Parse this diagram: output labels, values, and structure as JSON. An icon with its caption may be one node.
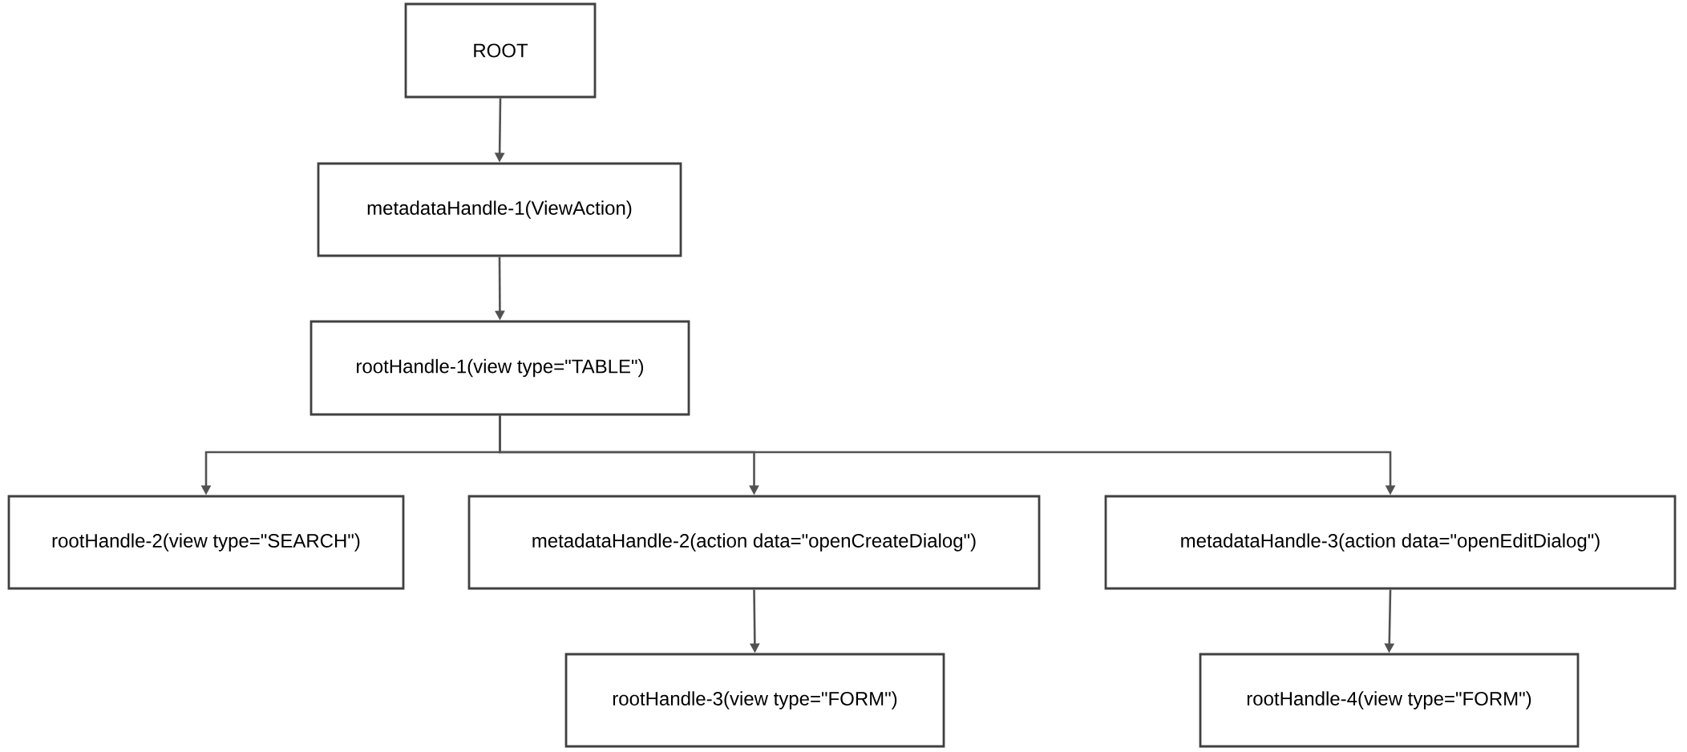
{
  "diagram": {
    "nodes": [
      {
        "text": [
          "ROOT"
        ]
      },
      {
        "text": [
          "metadataHandle-1(ViewAction)"
        ]
      },
      {
        "text": [
          "rootHandle-1(view type=\"TABLE\")"
        ]
      },
      {
        "text": [
          "rootHandle-2(view type=\"SEARCH\")"
        ]
      },
      {
        "text": [
          "metadataHandle-2(action data=\"openCreateDialog\")"
        ]
      },
      {
        "text": [
          "metadataHandle-3(action data=\"openEditDialog\")"
        ]
      },
      {
        "text": [
          "rootHandle-3(view type=\"FORM\")"
        ]
      },
      {
        "text": [
          "rootHandle-4(view type=\"FORM\")"
        ]
      }
    ],
    "edges": [
      {
        "from": 0,
        "to": 1,
        "arrow": "to"
      },
      {
        "from": 1,
        "to": 2,
        "arrow": "to"
      },
      {
        "from": 2,
        "to": 3,
        "arrow": "to"
      },
      {
        "from": 2,
        "to": 4,
        "arrow": "to"
      },
      {
        "from": 2,
        "to": 5,
        "arrow": "to"
      },
      {
        "from": 4,
        "to": 6,
        "arrow": "to"
      },
      {
        "from": 5,
        "to": 7,
        "arrow": "to"
      }
    ]
  }
}
